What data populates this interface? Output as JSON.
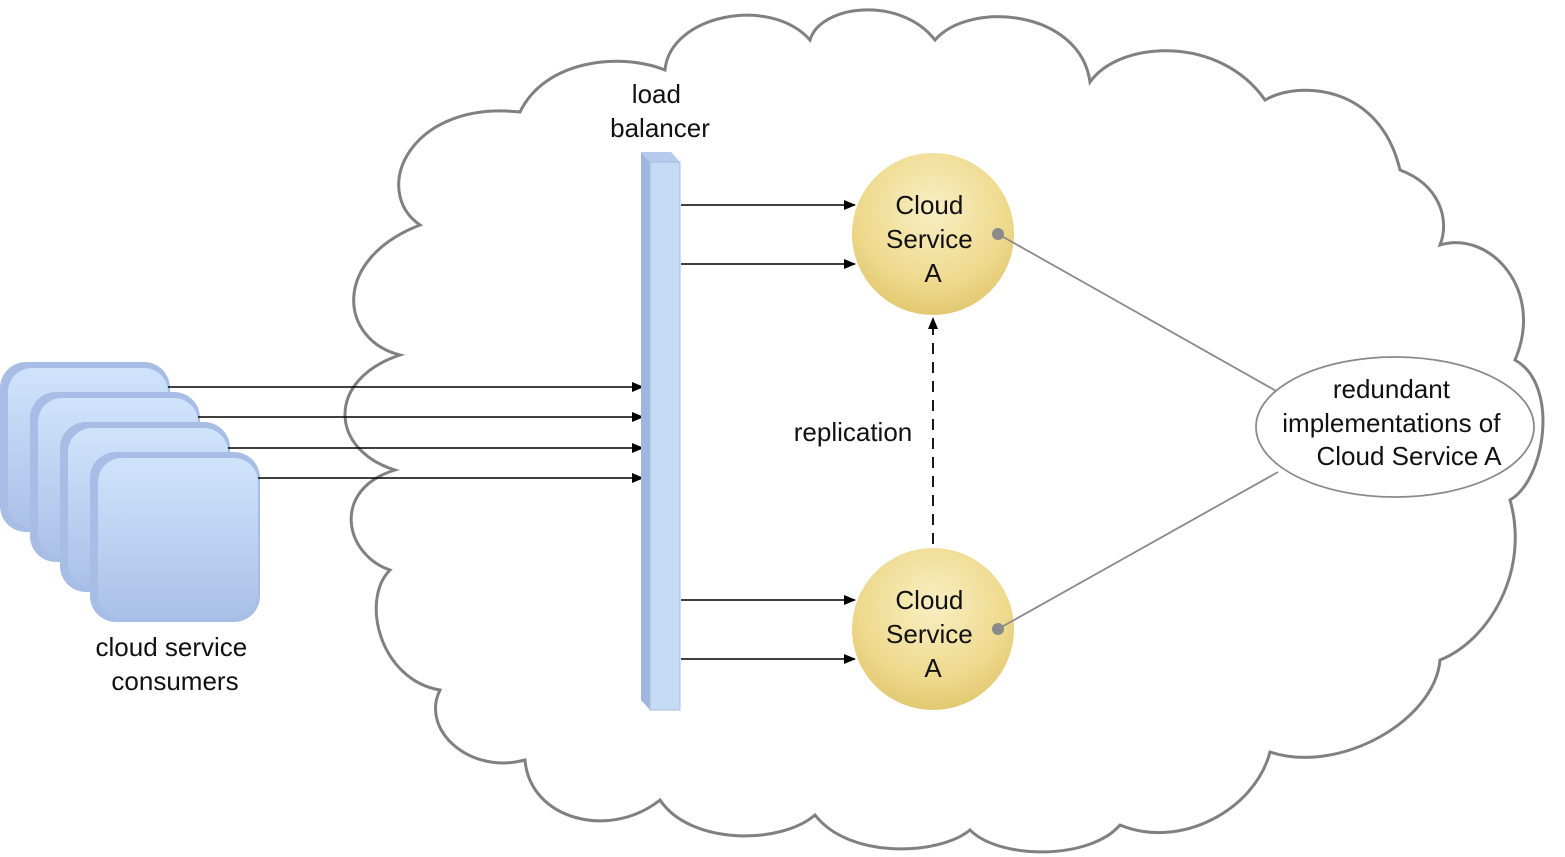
{
  "labels": {
    "load_balancer_line1": "load",
    "load_balancer_line2": "balancer",
    "service_top_line1": "Cloud",
    "service_top_line2": "Service",
    "service_top_line3": "A",
    "service_bottom_line1": "Cloud",
    "service_bottom_line2": "Service",
    "service_bottom_line3": "A",
    "replication": "replication",
    "consumers_line1": "cloud service",
    "consumers_line2": "consumers",
    "redundant_line1": "redundant",
    "redundant_line2": "implementations of",
    "redundant_line3": "Cloud Service A"
  },
  "colors": {
    "cloud_outline": "#808080",
    "consumer_fill": "#b9d0ef",
    "balancer_fill": "#c5dbf3",
    "service_fill": "#edd98a",
    "arrow": "#000000",
    "callout_line": "#8a8a8a"
  }
}
